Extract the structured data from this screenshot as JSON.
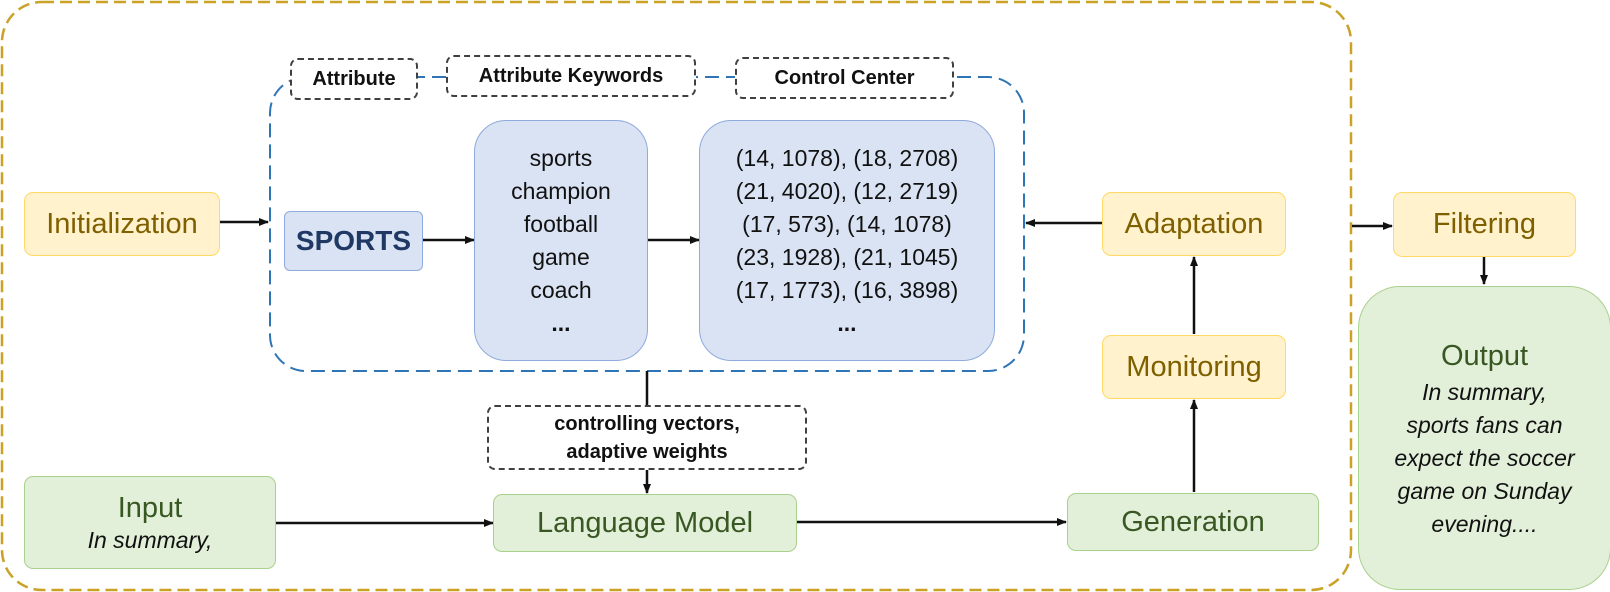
{
  "labels": {
    "attribute": "Attribute",
    "attribute_keywords": "Attribute Keywords",
    "control_center": "Control Center",
    "sports_tag": "SPORTS",
    "controlling_vectors": "controlling vectors,",
    "adaptive_weights": "adaptive weights"
  },
  "keywords": [
    "sports",
    "champion",
    "football",
    "game",
    "coach"
  ],
  "keywords_more": "...",
  "control_pairs": [
    "(14, 1078), (18, 2708)",
    "(21, 4020), (12, 2719)",
    "(17, 573), (14, 1078)",
    "(23, 1928), (21, 1045)",
    "(17, 1773), (16, 3898)"
  ],
  "control_more": "...",
  "stages": {
    "initialization": "Initialization",
    "adaptation": "Adaptation",
    "monitoring": "Monitoring",
    "filtering": "Filtering",
    "generation": "Generation",
    "language_model": "Language Model"
  },
  "input": {
    "title": "Input",
    "text": "In summary,"
  },
  "output": {
    "title": "Output",
    "lines": [
      "In summary,",
      "sports fans can",
      "expect the soccer",
      "game on Sunday",
      "evening...."
    ]
  },
  "colors": {
    "outer_border": "#c9a227",
    "control_border": "#2e75b6",
    "stage_fill": "#fff2cc",
    "io_fill": "#e2efd9",
    "keyword_fill": "#dae3f3",
    "sports_text": "#1f3864"
  }
}
